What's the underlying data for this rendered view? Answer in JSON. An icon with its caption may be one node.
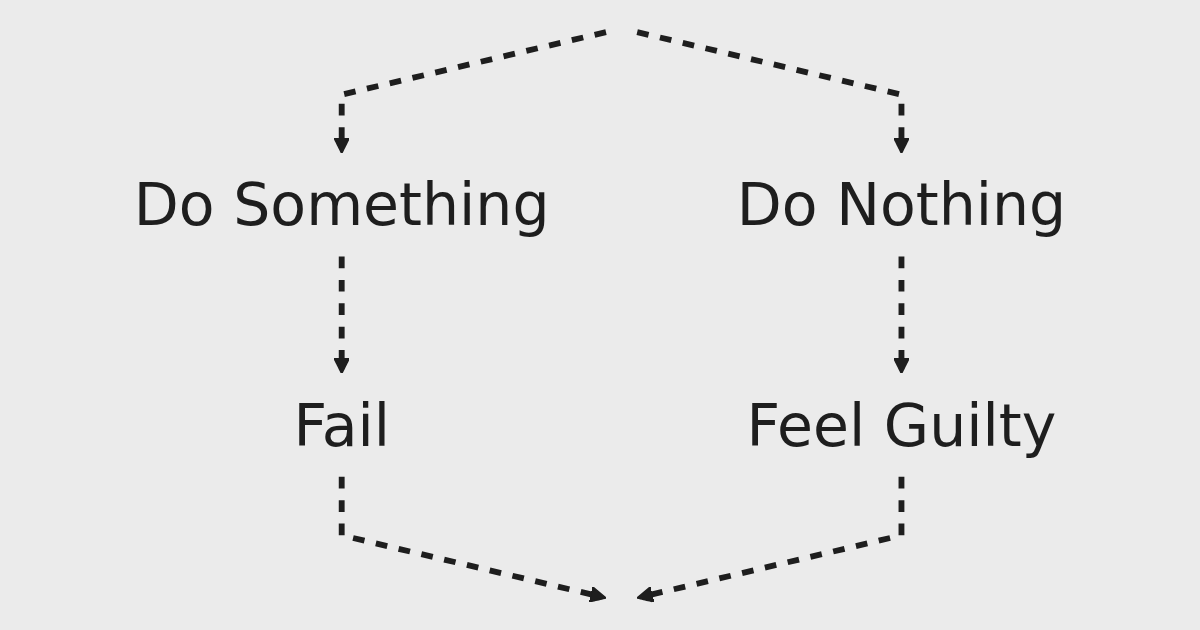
{
  "diagram": {
    "nodes": [
      {
        "text": [
          "Do Something"
        ]
      },
      {
        "text": [
          "Do Nothing"
        ]
      },
      {
        "text": [
          "Fail"
        ]
      },
      {
        "text": [
          "Feel Guilty"
        ]
      }
    ],
    "edges": [
      {
        "from": null,
        "to": 0,
        "arrow": "to",
        "style": "dashed"
      },
      {
        "from": null,
        "to": 1,
        "arrow": "to",
        "style": "dashed"
      },
      {
        "from": 0,
        "to": 2,
        "arrow": "to",
        "style": "dashed"
      },
      {
        "from": 1,
        "to": 3,
        "arrow": "to",
        "style": "dashed"
      },
      {
        "from": 2,
        "to": null,
        "arrow": "to",
        "style": "dashed"
      },
      {
        "from": 3,
        "to": null,
        "arrow": "to",
        "style": "dashed"
      }
    ]
  }
}
